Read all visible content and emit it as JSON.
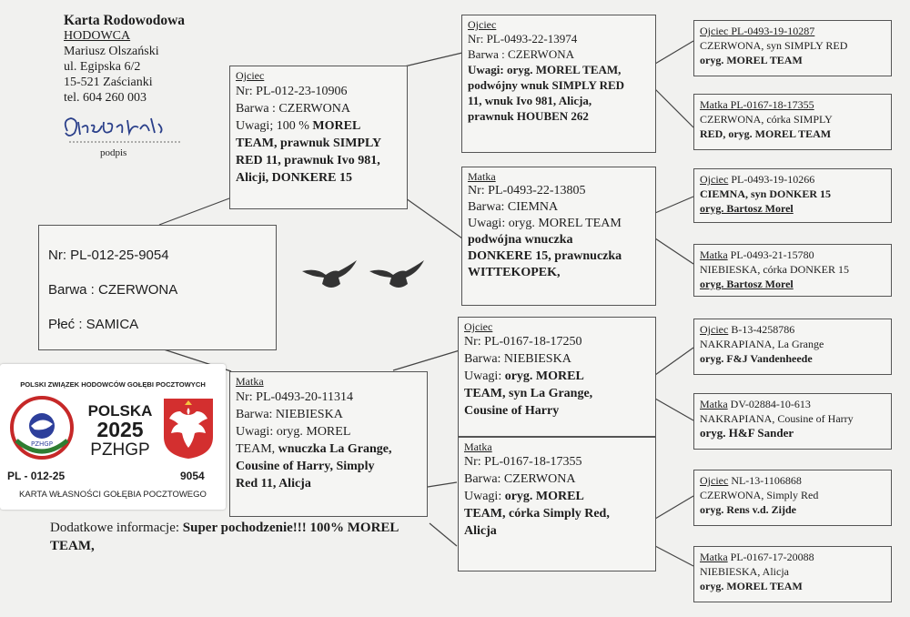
{
  "breeder": {
    "title": "Karta Rodowodowa",
    "label": "HODOWCA",
    "name": "Mariusz Olszański",
    "street": "ul. Egipska 6/2",
    "city": "15-521 Zaścianki",
    "phone": "tel. 604 260 003",
    "signature_label": "podpis"
  },
  "bird": {
    "nr": "Nr: PL-012-25-9054",
    "barwa": "Barwa : CZERWONA",
    "plec": "Płeć : SAMICA"
  },
  "father": {
    "label": "Ojciec",
    "nr": "Nr: PL-012-23-10906",
    "barwa": "Barwa : CZERWONA",
    "uwagi_prefix": "Uwagi; 100 % ",
    "uwagi_1": "MOREL",
    "uwagi_2": "TEAM, prawnuk SIMPLY",
    "uwagi_3": "RED 11, prawnuk Ivo 981,",
    "uwagi_4": "Alicji,  DONKERE 15"
  },
  "mother": {
    "label": "Matka",
    "nr": "Nr: PL-0493-20-11314",
    "barwa": "Barwa: NIEBIESKA",
    "uwagi_1": "Uwagi: oryg. MOREL",
    "uwagi_2a": "TEAM, ",
    "uwagi_2b": "wnuczka La Grange,",
    "uwagi_3": "Cousine of Harry, Simply",
    "uwagi_4": "Red 11, Alicja"
  },
  "ff": {
    "label": "Ojciec",
    "nr": "Nr: PL-0493-22-13974",
    "barwa": "Barwa : CZERWONA",
    "uwagi_1": "Uwagi: oryg. MOREL TEAM,",
    "uwagi_2": "podwójny wnuk SIMPLY RED",
    "uwagi_3": "11, wnuk Ivo 981, Alicja,",
    "uwagi_4": "prawnuk HOUBEN 262"
  },
  "fm": {
    "label": "Matka",
    "nr": "Nr: PL-0493-22-13805",
    "barwa": "Barwa: CIEMNA",
    "uwagi_1": "Uwagi: oryg. MOREL TEAM",
    "uwagi_2": "podwójna wnuczka",
    "uwagi_3": "DONKERE 15,  prawnuczka",
    "uwagi_4": "WITTEKOPEK,"
  },
  "mf": {
    "label": "Ojciec",
    "nr": "Nr: PL-0167-18-17250",
    "barwa": "Barwa: NIEBIESKA",
    "uwagi_1a": "Uwagi: ",
    "uwagi_1b": "oryg. MOREL",
    "uwagi_2": "TEAM,  syn La Grange,",
    "uwagi_3": "Cousine of Harry"
  },
  "mm": {
    "label": "Matka",
    "nr": "Nr: PL-0167-18-17355",
    "barwa": "Barwa: CZERWONA",
    "uwagi_1a": "Uwagi: ",
    "uwagi_1b": "oryg. MOREL",
    "uwagi_2": "TEAM,  córka Simply Red,",
    "uwagi_3": "Alicja"
  },
  "gp": [
    {
      "lbl": "Ojciec",
      "rest": " PL-0493-19-10287",
      "l2": "CZERWONA, syn  SIMPLY RED",
      "l3": "oryg. MOREL TEAM"
    },
    {
      "lbl": "Matka",
      "rest": " PL-0167-18-17355",
      "l2": "CZERWONA, córka  SIMPLY",
      "l3": "RED, oryg. MOREL TEAM"
    },
    {
      "lbl": "Ojciec",
      "rest": "  PL-0493-19-10266",
      "l2": " CIEMNA, syn DONKER 15",
      "l3": "oryg. Bartosz Morel"
    },
    {
      "lbl": "Matka",
      "rest": " PL-0493-21-15780",
      "l2": "NIEBIESKA, córka DONKER 15",
      "l3": "oryg. Bartosz Morel"
    },
    {
      "lbl": "Ojciec",
      "rest": "  B-13-4258786",
      "l2": "NAKRAPIANA, La Grange",
      "l3": "oryg. F&J Vandenheede"
    },
    {
      "lbl": "Matka",
      "rest": " DV-02884-10-613",
      "l2": "NAKRAPIANA, Cousine of Harry",
      "l3": "oryg. H&F Sander"
    },
    {
      "lbl": "Ojciec",
      "rest": "  NL-13-1106868",
      "l2": "CZERWONA,  Simply Red",
      "l3": "oryg. Rens v.d. Zijde"
    },
    {
      "lbl": "Matka",
      "rest": " PL-0167-17-20088",
      "l2": "NIEBIESKA,  Alicja",
      "l3": "oryg. MOREL TEAM"
    }
  ],
  "card": {
    "org": "POLSKI ZWIĄZEK HODOWCÓW GOŁĘBI POCZTOWYCH",
    "country": "POLSKA",
    "year": "2025",
    "abbr": "PZHGP",
    "logo_text": "PZHGP",
    "ring": "PL - 012-25",
    "number": "9054",
    "footer": "KARTA  WŁASNOŚCI GOŁĘBIA POCZTOWEGO"
  },
  "extra": {
    "label": "Dodatkowe informacje: ",
    "text_1": "Super pochodzenie!!! 100% MOREL",
    "text_2": "TEAM,"
  }
}
